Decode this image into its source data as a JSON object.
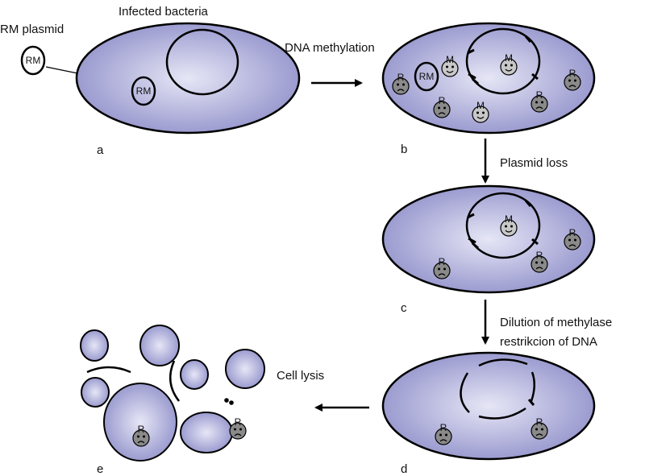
{
  "labels": {
    "rm_plasmid": "RM plasmid",
    "infected_bacteria": "Infected bacteria",
    "dna_methylation": "DNA methylation",
    "plasmid_loss": "Plasmid  loss",
    "dilution_line1": "Dilution  of methylase",
    "dilution_line2": "restrikcion of  DNA",
    "cell_lysis": "Cell lysis"
  },
  "panels": {
    "a": "a",
    "b": "b",
    "c": "c",
    "d": "d",
    "e": "e"
  },
  "plasmid_text": "RM",
  "methylase_letter": "M",
  "restriction_letter": "R",
  "colors": {
    "cell_fill_center": "#e6e6f6",
    "cell_fill_edge": "#8c8cc8",
    "outline": "#000000",
    "methylase_face": "#c8c8c8",
    "restriction_face": "#8a8a8a"
  }
}
